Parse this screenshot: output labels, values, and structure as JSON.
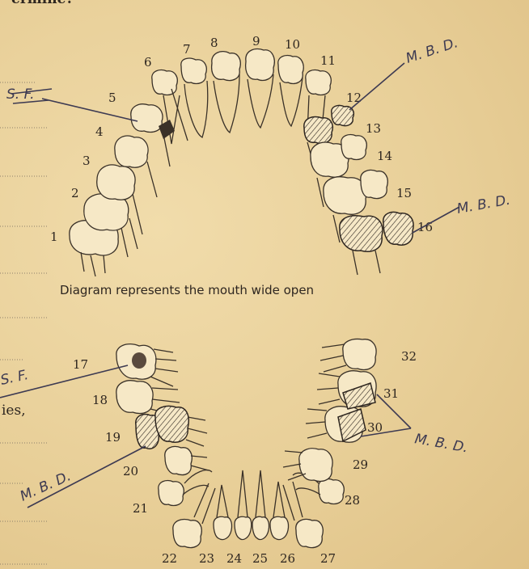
{
  "header_fragment": "ermine?",
  "left_margin_fragment": "ies,",
  "caption": "Diagram represents the mouth wide open",
  "upper_numbers": [
    "1",
    "2",
    "3",
    "4",
    "5",
    "6",
    "7",
    "8",
    "9",
    "10",
    "11",
    "12",
    "13",
    "14",
    "15",
    "16"
  ],
  "lower_numbers": [
    "17",
    "18",
    "19",
    "20",
    "21",
    "22",
    "23",
    "24",
    "25",
    "26",
    "27",
    "28",
    "29",
    "30",
    "31",
    "32"
  ],
  "annotations": {
    "sf_upper": "S. F.",
    "mbd_upper_12": "M. B. D.",
    "mbd_upper_16": "M. B. D.",
    "sf_lower": "S. F.",
    "mbd_lower_19": "M. B. D.",
    "mbd_lower_30": "M. B. D."
  },
  "colors": {
    "paper": "#ecd4a0",
    "ink": "#3a3128",
    "pen": "#3d3a52"
  }
}
